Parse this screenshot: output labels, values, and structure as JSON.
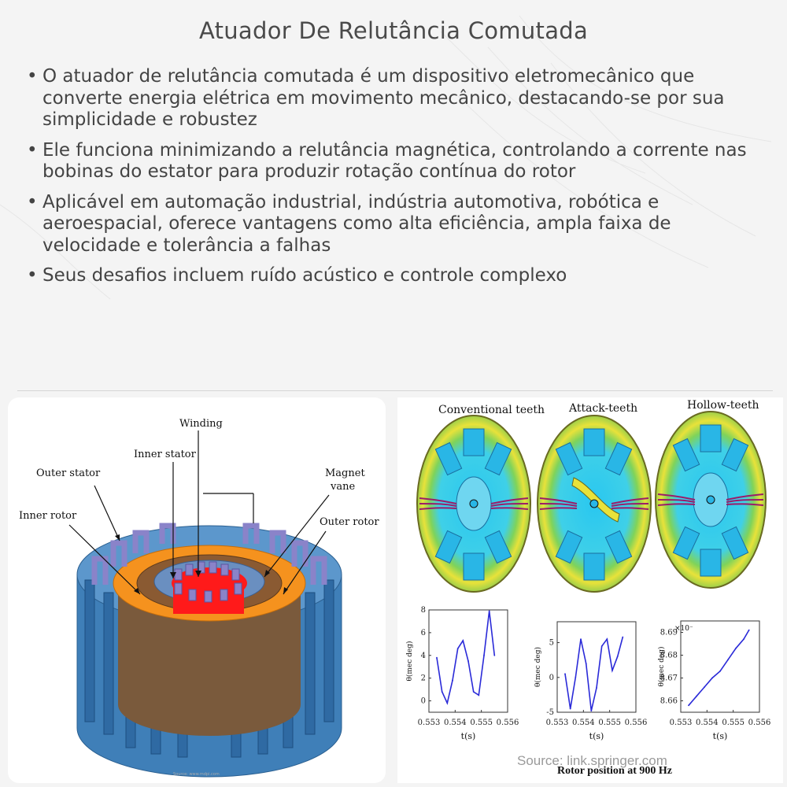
{
  "title": "Atuador De Relutância Comutada",
  "bullets": [
    "O atuador de relutância comutada é um dispositivo eletromecânico que converte energia elétrica em movimento mecânico, destacando-se por sua simplicidade e robustez",
    "Ele funciona minimizando a relutância magnética, controlando a corrente nas bobinas do estator para produzir rotação contínua do rotor",
    "Aplicável em automação industrial, indústria automotiva, robótica e aeroespacial, oferece vantagens como alta eficiência, ampla faixa de velocidade e tolerância a falhas",
    "Seus desafios incluem ruído acústico e controle complexo"
  ],
  "bullet_marker": "•",
  "left_figure": {
    "labels": {
      "winding": "Winding",
      "inner_stator": "Inner stator",
      "outer_stator": "Outer stator",
      "magnet_vane_1": "Magnet",
      "magnet_vane_2": "vane",
      "inner_rotor": "Inner rotor",
      "outer_rotor": "Outer rotor"
    },
    "source_note": "Source: www.mdpi.com"
  },
  "right_figure": {
    "motor_titles": [
      "Conventional teeth",
      "Attack-teeth",
      "Hollow-teeth"
    ],
    "ylabel": "θ(mec deg)",
    "xlabel": "t(s)",
    "exponent": "×10⁻",
    "caption": "Rotor position at 900 Hz",
    "source": "Source: link.springer.com"
  },
  "chart_data": [
    {
      "type": "line",
      "title": "",
      "xlabel": "t(s)",
      "ylabel": "θ(mec deg)",
      "xlim": [
        0.553,
        0.556
      ],
      "ylim": [
        -1,
        8
      ],
      "xticks": [
        "0.553",
        "0.554",
        "0.555",
        "0.556"
      ],
      "yticks": [
        "0",
        "2",
        "4",
        "6",
        "8"
      ],
      "x": [
        0.5533,
        0.5535,
        0.5537,
        0.5539,
        0.5541,
        0.5543,
        0.5545,
        0.5547,
        0.5549,
        0.5551,
        0.5553,
        0.5555
      ],
      "values": [
        3.8,
        0.8,
        -0.2,
        1.8,
        4.6,
        5.3,
        3.5,
        0.8,
        0.5,
        4.0,
        7.9,
        4.0
      ]
    },
    {
      "type": "line",
      "title": "",
      "xlabel": "t(s)",
      "ylabel": "θ(mec deg)",
      "xlim": [
        0.553,
        0.556
      ],
      "ylim": [
        -5,
        8
      ],
      "xticks": [
        "0.553",
        "0.554",
        "0.555",
        "0.556"
      ],
      "yticks": [
        "-5",
        "0",
        "5"
      ],
      "x": [
        0.5533,
        0.5535,
        0.5537,
        0.5539,
        0.5541,
        0.5543,
        0.5545,
        0.5547,
        0.5549,
        0.5551,
        0.5553,
        0.5555
      ],
      "values": [
        0.5,
        -4.5,
        0.0,
        5.5,
        2.0,
        -4.8,
        -1.5,
        4.5,
        5.5,
        1.0,
        3.0,
        5.8
      ]
    },
    {
      "type": "line",
      "title": "",
      "xlabel": "t(s)",
      "ylabel": "θ(mec deg)",
      "xlim": [
        0.553,
        0.556
      ],
      "ylim": [
        8.655,
        8.695
      ],
      "xticks": [
        "0.553",
        "0.554",
        "0.555",
        "0.556"
      ],
      "yticks": [
        "8.66",
        "8.67",
        "8.68",
        "8.69"
      ],
      "x": [
        0.5533,
        0.5536,
        0.5539,
        0.5542,
        0.5545,
        0.5548,
        0.5551,
        0.5554,
        0.5556
      ],
      "values": [
        8.658,
        8.662,
        8.666,
        8.67,
        8.673,
        8.678,
        8.683,
        8.687,
        8.691
      ]
    }
  ],
  "colors": {
    "background": "#f4f4f4",
    "text": "#444444",
    "plot_line": "#2a2ad8",
    "stator_blue": "#3f7fb8",
    "rotor_orange": "#f5921e",
    "core_red": "#ff1a1a",
    "winding_purple": "#8a83c9",
    "field_cyan": "#29c7f0",
    "field_green": "#7fd35a",
    "field_yellow": "#e8e23a"
  }
}
